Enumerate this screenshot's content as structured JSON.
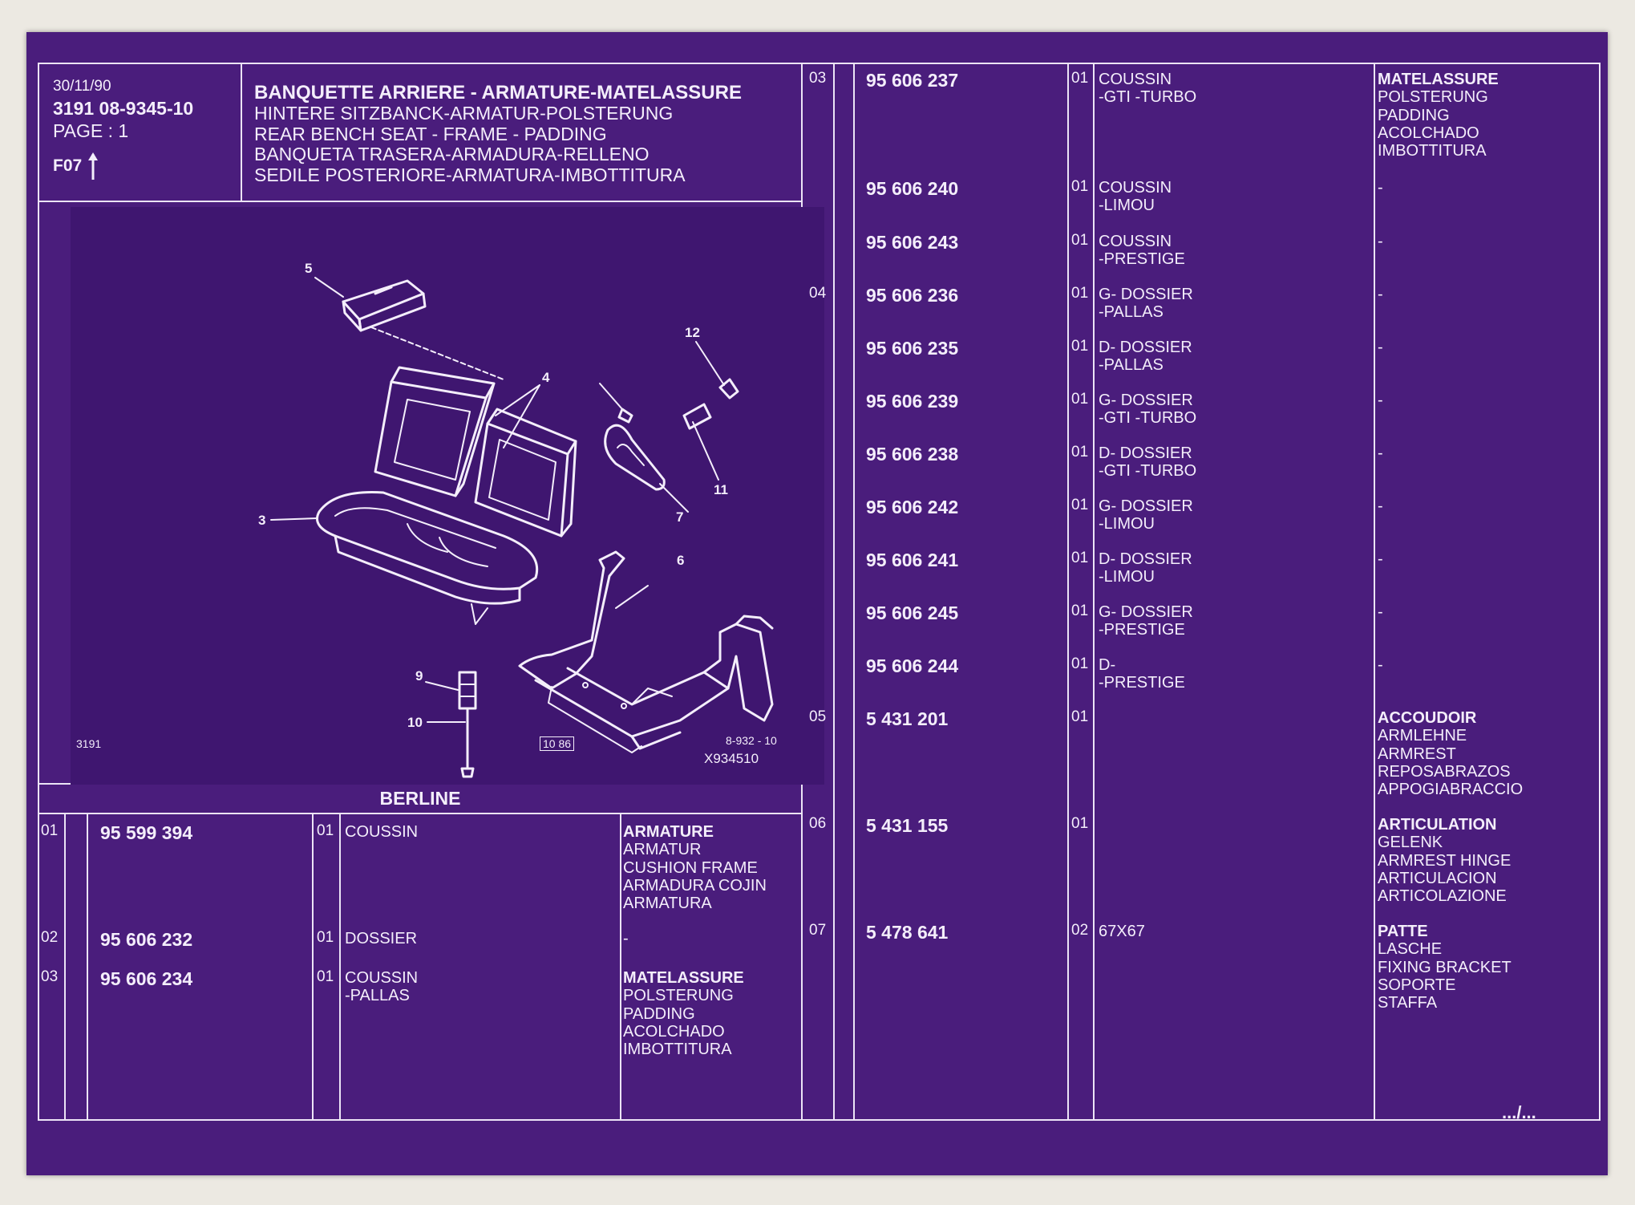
{
  "header": {
    "date": "30/11/90",
    "ref": "3191 08-9345-10",
    "page": "PAGE : 1",
    "section": "F07"
  },
  "title_lines": [
    "BANQUETTE ARRIERE - ARMATURE-MATELASSURE",
    "HINTERE SITZBANCK-ARMATUR-POLSTERUNG",
    "REAR BENCH SEAT - FRAME - PADDING",
    "BANQUETA TRASERA-ARMADURA-RELLENO",
    "SEDILE POSTERIORE-ARMATURA-IMBOTTITURA"
  ],
  "figure": {
    "callouts": [
      "5",
      "12",
      "4",
      "11",
      "7",
      "3",
      "6",
      "9",
      "10"
    ],
    "left_code": "3191",
    "date_code": "10 86",
    "sheet_code": "8-932 - 10",
    "image_code": "X934510"
  },
  "section_label": "BERLINE",
  "left_rows": [
    {
      "ref": "01",
      "part": "95 599 394",
      "qty": "01",
      "desc": [
        "COUSSIN"
      ],
      "title": "ARMATURE",
      "trans": [
        "ARMATUR",
        "CUSHION FRAME",
        "ARMADURA COJIN",
        "ARMATURA"
      ]
    },
    {
      "ref": "02",
      "part": "95 606 232",
      "qty": "01",
      "desc": [
        "DOSSIER"
      ],
      "title": "",
      "trans": [
        "-"
      ]
    },
    {
      "ref": "03",
      "part": "95 606 234",
      "qty": "01",
      "desc": [
        "COUSSIN",
        "-PALLAS"
      ],
      "title": "MATELASSURE",
      "trans": [
        "POLSTERUNG",
        "PADDING",
        "ACOLCHADO",
        "IMBOTTITURA"
      ]
    }
  ],
  "right_rows": [
    {
      "ref": "03",
      "part": "95 606 237",
      "qty": "01",
      "desc": [
        "COUSSIN",
        "-GTI -TURBO"
      ],
      "title": "MATELASSURE",
      "trans": [
        "POLSTERUNG",
        "PADDING",
        "ACOLCHADO",
        "IMBOTTITURA"
      ]
    },
    {
      "ref": "",
      "part": "95 606 240",
      "qty": "01",
      "desc": [
        "COUSSIN",
        "-LIMOU"
      ],
      "title": "",
      "trans": [
        "-"
      ]
    },
    {
      "ref": "",
      "part": "95 606 243",
      "qty": "01",
      "desc": [
        "COUSSIN",
        "-PRESTIGE"
      ],
      "title": "",
      "trans": [
        "-"
      ]
    },
    {
      "ref": "04",
      "part": "95 606 236",
      "qty": "01",
      "desc": [
        "G-  DOSSIER",
        "-PALLAS"
      ],
      "title": "",
      "trans": [
        "-"
      ]
    },
    {
      "ref": "",
      "part": "95 606 235",
      "qty": "01",
      "desc": [
        "D-  DOSSIER",
        "-PALLAS"
      ],
      "title": "",
      "trans": [
        "-"
      ]
    },
    {
      "ref": "",
      "part": "95 606 239",
      "qty": "01",
      "desc": [
        "G-  DOSSIER",
        "-GTI -TURBO"
      ],
      "title": "",
      "trans": [
        "-"
      ]
    },
    {
      "ref": "",
      "part": "95 606 238",
      "qty": "01",
      "desc": [
        "D-  DOSSIER",
        "-GTI -TURBO"
      ],
      "title": "",
      "trans": [
        "-"
      ]
    },
    {
      "ref": "",
      "part": "95 606 242",
      "qty": "01",
      "desc": [
        "G-  DOSSIER",
        "-LIMOU"
      ],
      "title": "",
      "trans": [
        "-"
      ]
    },
    {
      "ref": "",
      "part": "95 606 241",
      "qty": "01",
      "desc": [
        "D-  DOSSIER",
        "-LIMOU"
      ],
      "title": "",
      "trans": [
        "-"
      ]
    },
    {
      "ref": "",
      "part": "95 606 245",
      "qty": "01",
      "desc": [
        "G-  DOSSIER",
        "-PRESTIGE"
      ],
      "title": "",
      "trans": [
        "-"
      ]
    },
    {
      "ref": "",
      "part": "95 606 244",
      "qty": "01",
      "desc": [
        "D-",
        "-PRESTIGE"
      ],
      "title": "",
      "trans": [
        "-"
      ]
    },
    {
      "ref": "05",
      "part": "5 431 201",
      "qty": "01",
      "desc": [],
      "title": "ACCOUDOIR",
      "trans": [
        "ARMLEHNE",
        "ARMREST",
        "REPOSABRAZOS",
        "APPOGIABRACCIO"
      ]
    },
    {
      "ref": "06",
      "part": "5 431 155",
      "qty": "01",
      "desc": [],
      "title": "ARTICULATION",
      "trans": [
        "GELENK",
        "ARMREST HINGE",
        "ARTICULACION",
        "ARTICOLAZIONE"
      ]
    },
    {
      "ref": "07",
      "part": "5 478 641",
      "qty": "02",
      "desc": [
        "67X67"
      ],
      "title": "PATTE",
      "trans": [
        "LASCHE",
        "FIXING BRACKET",
        "SOPORTE",
        "STAFFA"
      ]
    }
  ],
  "continued": ".../...",
  "colors": {
    "film": "#4a1d7c",
    "ink": "#f4eefb",
    "background": "#ece9e2"
  }
}
